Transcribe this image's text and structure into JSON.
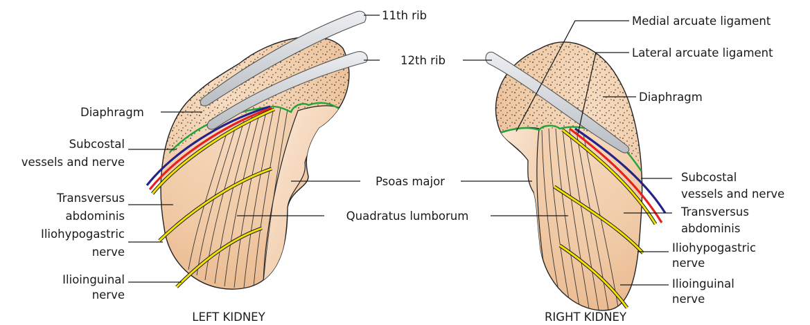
{
  "left_panel": {
    "caption": "LEFT KIDNEY",
    "labels": {
      "rib11": "11th rib",
      "rib12": "12th rib",
      "diaphragm": "Diaphragm",
      "subcostal_1": "Subcostal",
      "subcostal_2": "vessels and nerve",
      "transversus_1": "Transversus",
      "transversus_2": "abdominis",
      "iliohypogastric_1": "Iliohypogastric",
      "iliohypogastric_2": "nerve",
      "ilioinguinal_1": "Ilioinguinal",
      "ilioinguinal_2": "nerve"
    }
  },
  "center_labels": {
    "psoas_major": "Psoas major",
    "quadratus_lumborum": "Quadratus lumborum"
  },
  "right_panel": {
    "caption": "RIGHT KIDNEY",
    "labels": {
      "medial_arcuate": "Medial arcuate ligament",
      "lateral_arcuate": "Lateral arcuate ligament",
      "diaphragm": "Diaphragm",
      "subcostal_1": "Subcostal",
      "subcostal_2": "vessels and nerve",
      "transversus_1": "Transversus",
      "transversus_2": "abdominis",
      "iliohypogastric_1": "Iliohypogastric",
      "iliohypogastric_2": "nerve",
      "ilioinguinal_1": "Ilioinguinal",
      "ilioinguinal_2": "nerve"
    }
  },
  "colors": {
    "muscle_fill": "#f1ccaa",
    "muscle_dark": "#e2ab7e",
    "arcuate_ligament": "#22a33a",
    "vessel_red": "#e8201e",
    "vessel_blue": "#22248a",
    "nerve_yellow": "#f2e200",
    "rib_fill": "#d5d8dc"
  }
}
